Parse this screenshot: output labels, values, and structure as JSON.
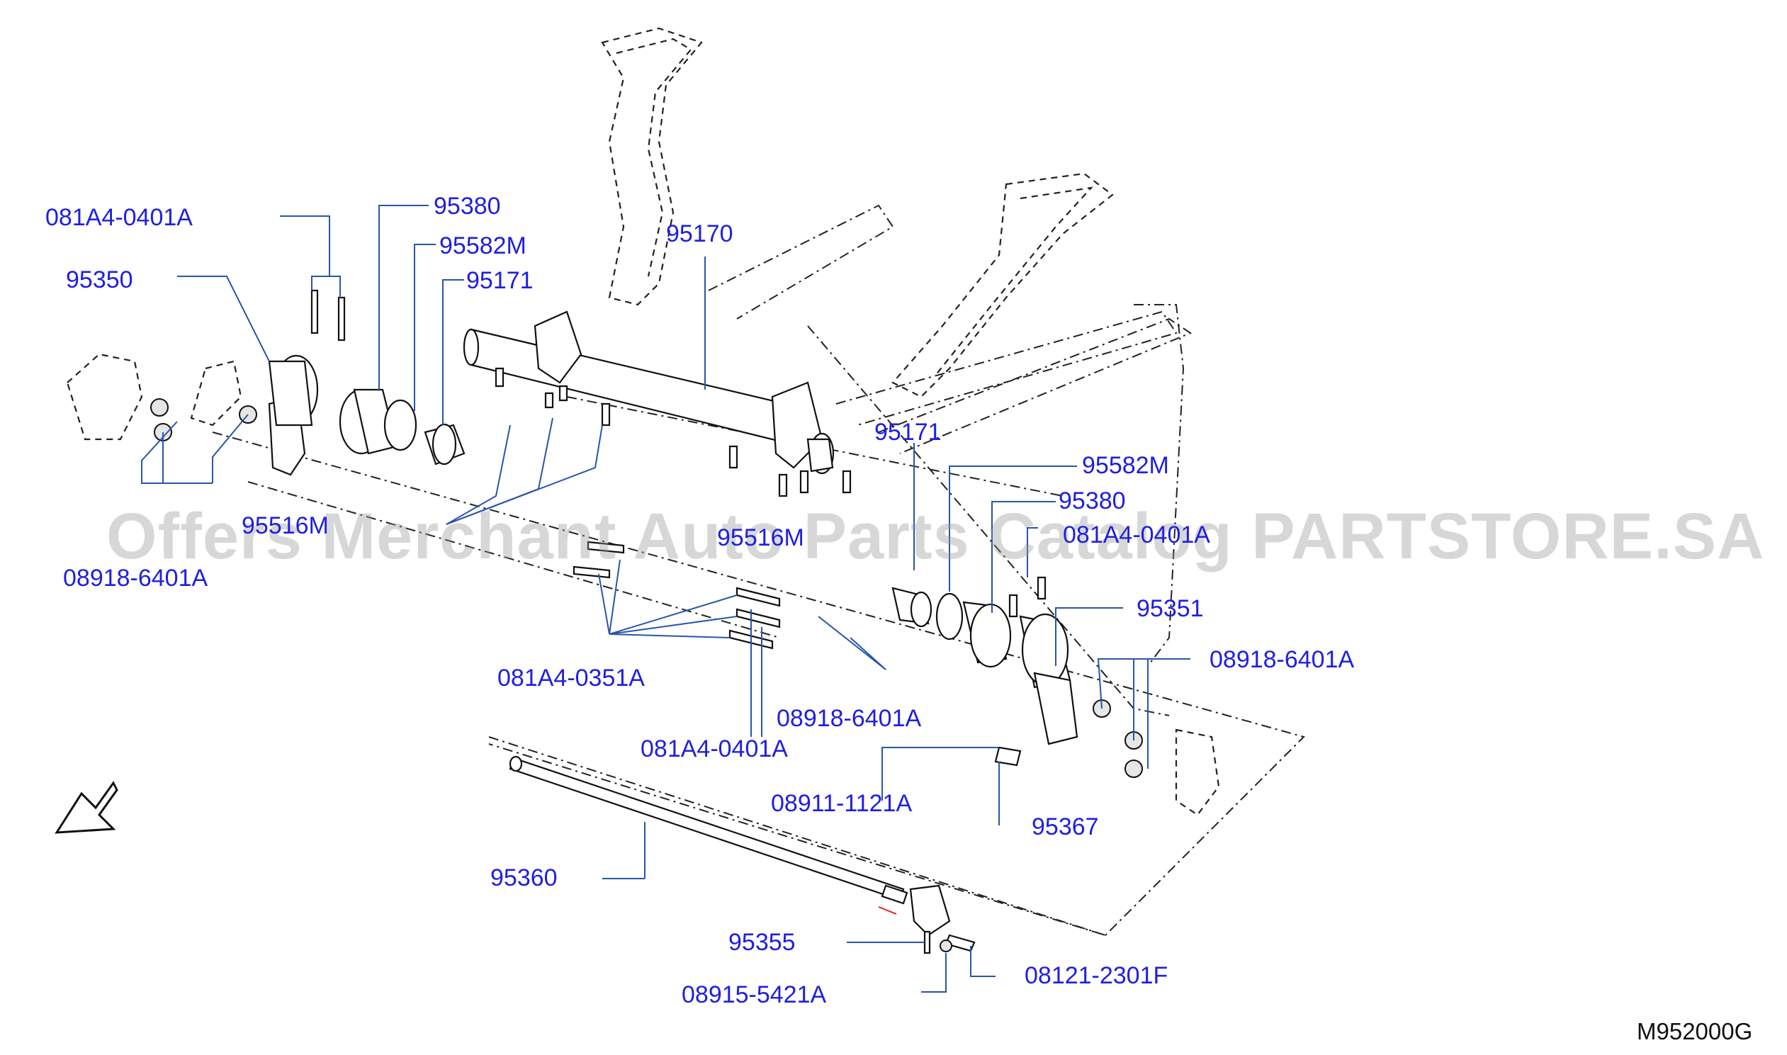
{
  "callouts": [
    {
      "id": "081a4-0401a-top-left",
      "text": "081A4-0401A"
    },
    {
      "id": "95380-left",
      "text": "95380"
    },
    {
      "id": "95582m-left",
      "text": "95582M"
    },
    {
      "id": "95171-left",
      "text": "95171"
    },
    {
      "id": "95350",
      "text": "95350"
    },
    {
      "id": "95170",
      "text": "95170"
    },
    {
      "id": "95171-right",
      "text": "95171"
    },
    {
      "id": "95582m-right",
      "text": "95582M"
    },
    {
      "id": "95380-right",
      "text": "95380"
    },
    {
      "id": "95516m-left",
      "text": "95516M"
    },
    {
      "id": "95516m-center",
      "text": "95516M"
    },
    {
      "id": "081a4-0401a-right",
      "text": "081A4-0401A"
    },
    {
      "id": "08918-6401a-left",
      "text": "08918-6401A"
    },
    {
      "id": "95351",
      "text": "95351"
    },
    {
      "id": "08918-6401a-right",
      "text": "08918-6401A"
    },
    {
      "id": "081a4-0351a",
      "text": "081A4-0351A"
    },
    {
      "id": "08918-6401a-center",
      "text": "08918-6401A"
    },
    {
      "id": "081a4-0401a-bottom",
      "text": "081A4-0401A"
    },
    {
      "id": "08911-1121a",
      "text": "08911-1121A"
    },
    {
      "id": "95367",
      "text": "95367"
    },
    {
      "id": "95360",
      "text": "95360"
    },
    {
      "id": "95355",
      "text": "95355"
    },
    {
      "id": "08121-2301f",
      "text": "08121-2301F"
    },
    {
      "id": "08915-5421a",
      "text": "08915-5421A"
    }
  ],
  "watermark": "Offers Merchant Auto Parts Catalog PARTSTORE.SA",
  "diagram_id": "M952000G",
  "colors": {
    "callout_text": "#1f1fe0",
    "leader_line": "#2a55a8",
    "part_outline": "#111111",
    "watermark": "#969696"
  },
  "icons": {
    "orientation_arrow": "front-direction-arrow-icon"
  }
}
